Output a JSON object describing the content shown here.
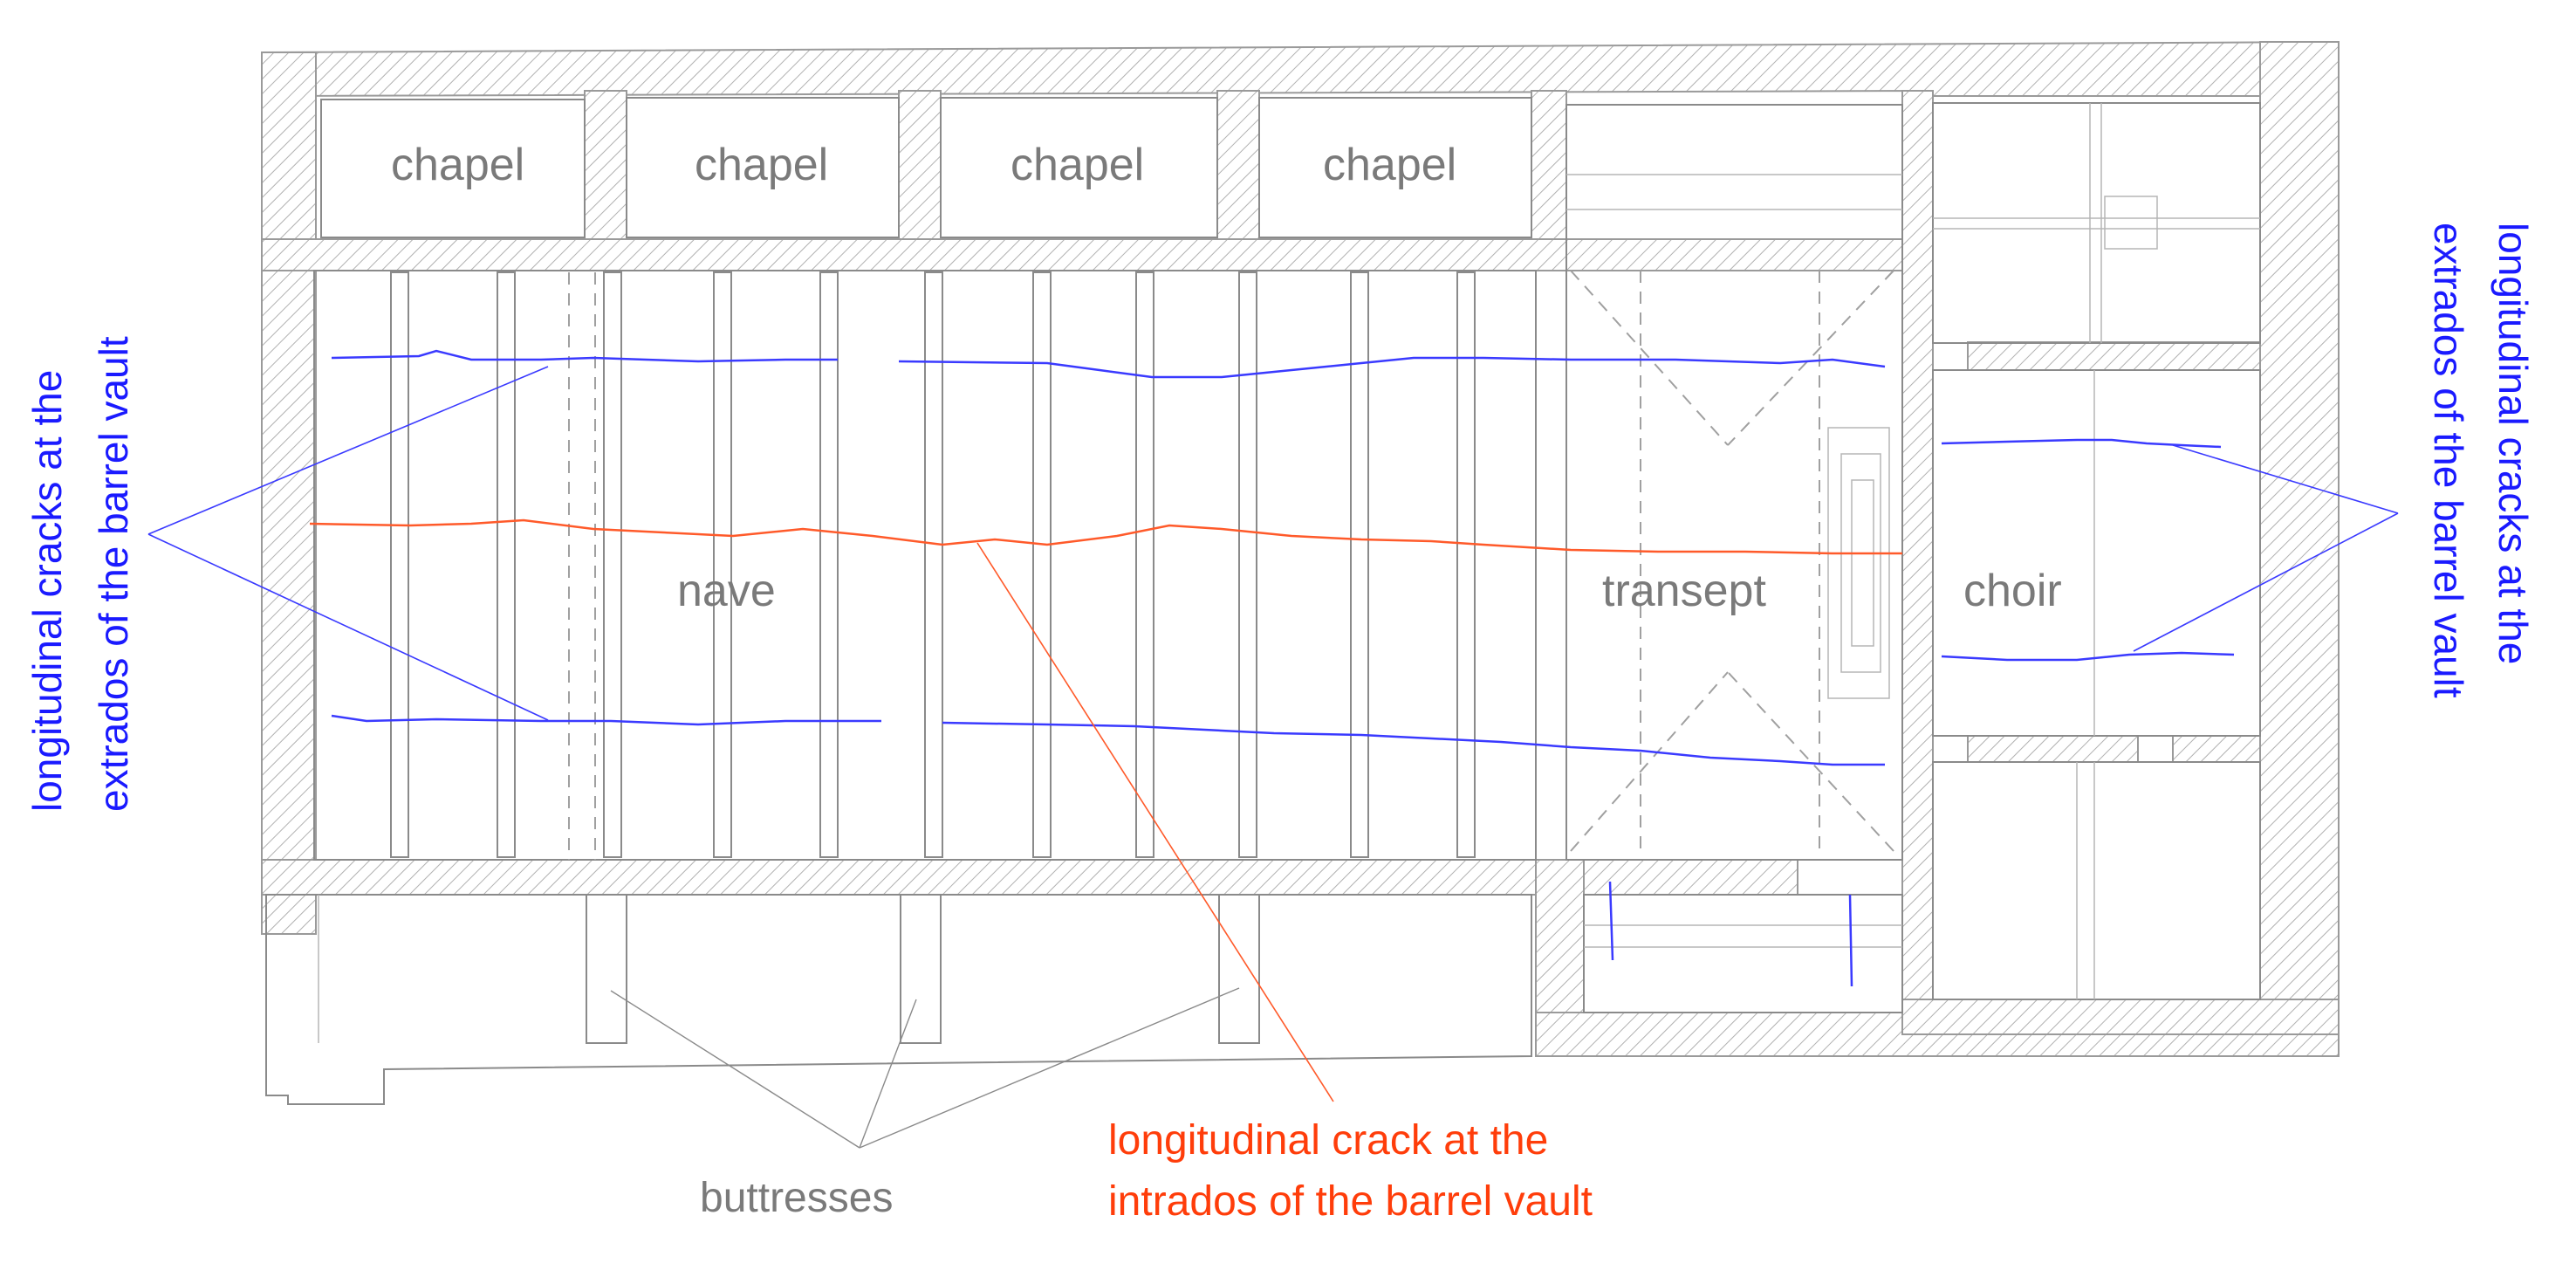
{
  "colors": {
    "extrados": "#3a3aff",
    "intrados": "#ff5a2a",
    "plan_lines": "#8a8a8a",
    "room_labels": "#7a7a7a"
  },
  "rooms": {
    "chapels": [
      "chapel",
      "chapel",
      "chapel",
      "chapel"
    ],
    "nave": "nave",
    "transept": "transept",
    "choir": "choir"
  },
  "annotations": {
    "extrados_left_line1": "longitudinal cracks at the",
    "extrados_left_line2": "extrados of the barrel vault",
    "extrados_right_line1": "longitudinal cracks at the",
    "extrados_right_line2": "extrados of the barrel vault",
    "intrados_line1": "longitudinal crack at the",
    "intrados_line2": "intrados of the barrel vault",
    "buttresses": "buttresses"
  }
}
